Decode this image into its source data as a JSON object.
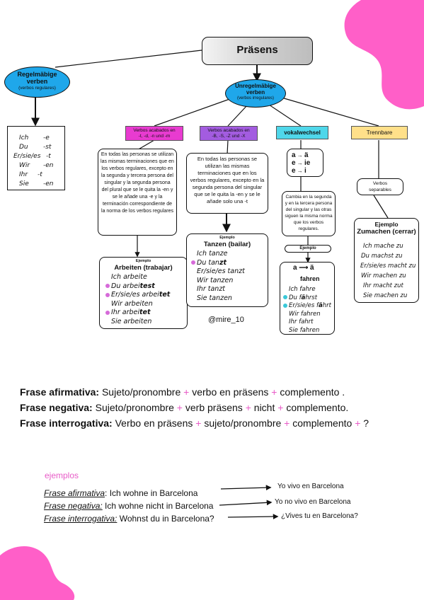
{
  "colors": {
    "pink_blob": "#ff5fc8",
    "blue_oval": "#1fa7ea",
    "magenta_label": "#e83bd0",
    "purple_label": "#a35ce0",
    "cyan_label": "#4fd7ea",
    "yellow_label": "#ffe08a",
    "plus_color": "#e85bc7",
    "cyan_dot": "#39c8d8",
    "pink_dot": "#d66ad9"
  },
  "diagram": {
    "title": "Präsens",
    "regular": {
      "title_line1": "Regelmäbige",
      "title_line2": "verben",
      "subtitle": "(verbos regulares)",
      "conjugation": [
        {
          "pronoun": "Ich",
          "ending": "-e"
        },
        {
          "pronoun": "Du",
          "ending": "-st"
        },
        {
          "pronoun": "Er/sie/es",
          "ending": "-t"
        },
        {
          "pronoun": "Wir",
          "ending": "-en"
        },
        {
          "pronoun": "Ihr",
          "ending": "-t"
        },
        {
          "pronoun": "Sie",
          "ending": "-en"
        }
      ]
    },
    "irregular": {
      "title_line1": "Unregelmäbige",
      "title_line2": "verben",
      "subtitle": "(verbos irregulares)"
    },
    "categories": {
      "tdnm": {
        "label_line1": "Verbos acabados en",
        "label_line2": "-t, -d, -n und -m",
        "explanation": "En todas las personas se utilizan las mismas terminaciones que en los verbos regulares, excepto en la segunda y tercera persona del singular y la segunda persona del plural que se le quita la -en y se le añade una -e y la terminación correspondiente de la norma de los verbos regulares",
        "example_label": "Ejemplo",
        "example_title": "Arbeiten (trabajar)",
        "example_lines": [
          {
            "text": "Ich arbeite",
            "dot": false,
            "prefix": "",
            "bold": ""
          },
          {
            "text": "",
            "dot": true,
            "prefix": "Du arbei",
            "bold": "test"
          },
          {
            "text": "",
            "dot": true,
            "prefix": "Er/sie/es arbei",
            "bold": "tet"
          },
          {
            "text": "Wir arbeiten",
            "dot": false,
            "prefix": "",
            "bold": ""
          },
          {
            "text": "",
            "dot": true,
            "prefix": "Ihr arbei",
            "bold": "tet"
          },
          {
            "text": "Sie arbeiten",
            "dot": false,
            "prefix": "",
            "bold": ""
          }
        ]
      },
      "sszx": {
        "label_line1": "Verbos acabados en",
        "label_line2": "-B, -S, -Z und -X",
        "explanation": "En todas las personas se utilizan las mismas terminaciones que en los verbos regulares, excepto en la segunda persona del singular que se le quita la -en y se le añade solo una -t",
        "example_label": "Ejemplo",
        "example_title": "Tanzen (bailar)",
        "example_lines": [
          {
            "text": "Ich tanze",
            "dot": false,
            "prefix": "",
            "bold": ""
          },
          {
            "text": "",
            "dot": true,
            "prefix": "Du tan",
            "bold": "zt"
          },
          {
            "text": "Er/sie/es tanzt",
            "dot": false,
            "prefix": "",
            "bold": ""
          },
          {
            "text": "Wir tanzen",
            "dot": false,
            "prefix": "",
            "bold": ""
          },
          {
            "text": "Ihr tanzt",
            "dot": false,
            "prefix": "",
            "bold": ""
          },
          {
            "text": "Sie tanzen",
            "dot": false,
            "prefix": "",
            "bold": ""
          }
        ]
      },
      "vokal": {
        "label": "vokalwechsel",
        "changes": [
          {
            "from": "a",
            "to": "ä"
          },
          {
            "from": "e",
            "to": "ie"
          },
          {
            "from": "e",
            "to": "i"
          }
        ],
        "explanation": "Cambia en la segunda y en la tercera persona del singular y las otras siguen la misma norma que los verbos regulares.",
        "example_label": "Ejemplo",
        "example_from": "a",
        "example_to": "ä",
        "example_title": "fahren",
        "example_lines": [
          {
            "text": "Ich fahre",
            "dot": false,
            "prefix": "",
            "bold": ""
          },
          {
            "text": "",
            "dot": true,
            "prefix": "Du f",
            "bold": "ä",
            "suffix": "hrst"
          },
          {
            "text": "",
            "dot": true,
            "prefix": "Er/sie/es f",
            "bold": "ä",
            "suffix": "hrt"
          },
          {
            "text": "Wir fahren",
            "dot": false,
            "prefix": "",
            "bold": ""
          },
          {
            "text": "Ihr fahrt",
            "dot": false,
            "prefix": "",
            "bold": ""
          },
          {
            "text": "Sie fahren",
            "dot": false,
            "prefix": "",
            "bold": ""
          }
        ]
      },
      "trenn": {
        "label": "Trennbare",
        "subtitle_line1": "Verbos",
        "subtitle_line2": "separables",
        "example_label": "Ejemplo",
        "example_title": "Zumachen (cerrar)",
        "example_lines": [
          "Ich mache zu",
          "Du machst zu",
          "Er/sie/es macht zu",
          "Wir machen zu",
          "Ihr macht zut",
          "Sie machen zu"
        ]
      }
    },
    "credit": "@mire_10"
  },
  "rules": {
    "affirmative": {
      "label": "Frase afirmativa:",
      "parts": [
        "Sujeto/pronombre",
        "verbo en präsens",
        "complemento ."
      ]
    },
    "negative": {
      "label": "Frase negativa:",
      "parts": [
        "Sujeto/pronombre",
        "verb präsens",
        "nicht",
        "complemento."
      ]
    },
    "interrogative": {
      "label": "Frase interrogativa:",
      "parts": [
        "Verbo en präsens",
        "sujeto/pronombre",
        "complemento",
        "?"
      ]
    },
    "plus": "+"
  },
  "examples": {
    "heading": "ejemplos",
    "items": [
      {
        "label": "Frase afirmativa",
        "sep": ":",
        "sentence": " Ich wohne in Barcelona",
        "translation": "Yo vivo en Barcelona"
      },
      {
        "label": "Frase negativa:",
        "sep": "",
        "sentence": " Ich wohne nicht in Barcelona",
        "translation": "Yo no vivo en Barcelona"
      },
      {
        "label": "Frase interrogativa:",
        "sep": "",
        "sentence": " Wohnst du in Barcelona?",
        "translation": "¿Vives tu en Barcelona?"
      }
    ]
  }
}
